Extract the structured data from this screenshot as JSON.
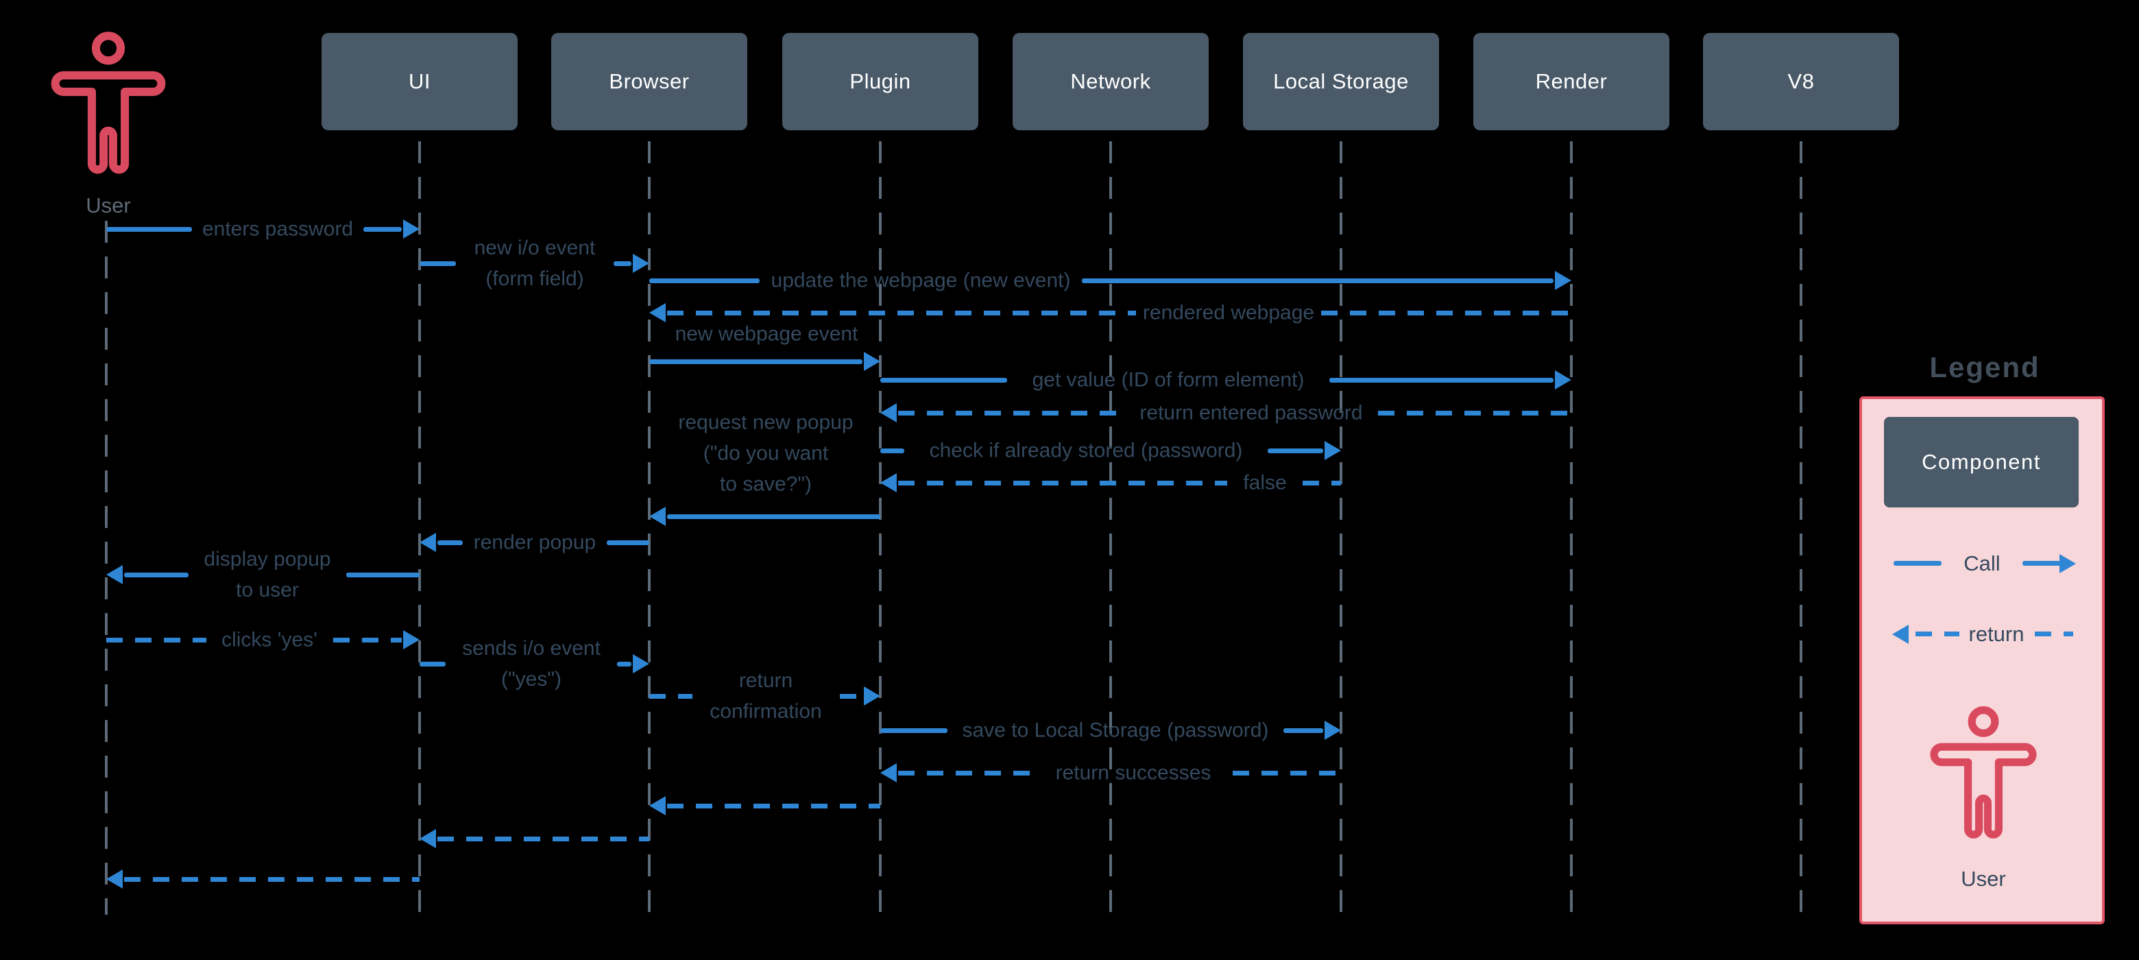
{
  "diagram": {
    "actor": {
      "name": "User"
    },
    "participants": [
      {
        "label": "UI"
      },
      {
        "label": "Browser"
      },
      {
        "label": "Plugin"
      },
      {
        "label": "Network"
      },
      {
        "label": "Local Storage"
      },
      {
        "label": "Render"
      },
      {
        "label": "V8"
      }
    ],
    "messages": [
      {
        "from": "User",
        "to": "UI",
        "type": "call",
        "label": "enters password"
      },
      {
        "from": "UI",
        "to": "Browser",
        "type": "call",
        "label": "new i/o event\n(form field)"
      },
      {
        "from": "Browser",
        "to": "Render",
        "type": "call",
        "label": "update the webpage (new event)"
      },
      {
        "from": "Render",
        "to": "Browser",
        "type": "return",
        "label": "rendered webpage"
      },
      {
        "from": "Browser",
        "to": "Plugin",
        "type": "call",
        "label": "new webpage event"
      },
      {
        "from": "Plugin",
        "to": "Render",
        "type": "call",
        "label": "get value  (ID of form element)"
      },
      {
        "from": "Render",
        "to": "Plugin",
        "type": "return",
        "label": "return entered password"
      },
      {
        "from": "Plugin",
        "to": "Local Storage",
        "type": "call",
        "label": "check if already stored (password)"
      },
      {
        "from": "Local Storage",
        "to": "Plugin",
        "type": "return",
        "label": "false"
      },
      {
        "from": "Plugin",
        "to": "Browser",
        "type": "call",
        "label": "request new popup\n(\"do you want\nto save?\")"
      },
      {
        "from": "Browser",
        "to": "UI",
        "type": "call",
        "label": "render popup"
      },
      {
        "from": "UI",
        "to": "User",
        "type": "call",
        "label": "display popup\nto user"
      },
      {
        "from": "User",
        "to": "UI",
        "type": "return",
        "label": "clicks 'yes'"
      },
      {
        "from": "UI",
        "to": "Browser",
        "type": "call",
        "label": "sends i/o event\n(\"yes\")"
      },
      {
        "from": "Browser",
        "to": "Plugin",
        "type": "return",
        "label": "return\nconfirmation"
      },
      {
        "from": "Plugin",
        "to": "Local Storage",
        "type": "call",
        "label": "save to Local Storage (password)"
      },
      {
        "from": "Local Storage",
        "to": "Plugin",
        "type": "return",
        "label": "return  successes"
      },
      {
        "from": "Plugin",
        "to": "Browser",
        "type": "return",
        "label": ""
      },
      {
        "from": "Browser",
        "to": "UI",
        "type": "return",
        "label": ""
      },
      {
        "from": "UI",
        "to": "User",
        "type": "return",
        "label": ""
      }
    ]
  },
  "legend": {
    "title": "Legend",
    "component_label": "Component",
    "call_label": "Call",
    "return_label": "return",
    "user_label": "User"
  },
  "colors": {
    "background": "#000000",
    "component_fill": "#4a5a68",
    "arrow_blue": "#2e86d5",
    "label_slate": "#34495e",
    "lifeline_gray": "#5d6b78",
    "actor_red": "#d94a5f",
    "legend_pink": "#f8d7db",
    "legend_border": "#e25669"
  }
}
